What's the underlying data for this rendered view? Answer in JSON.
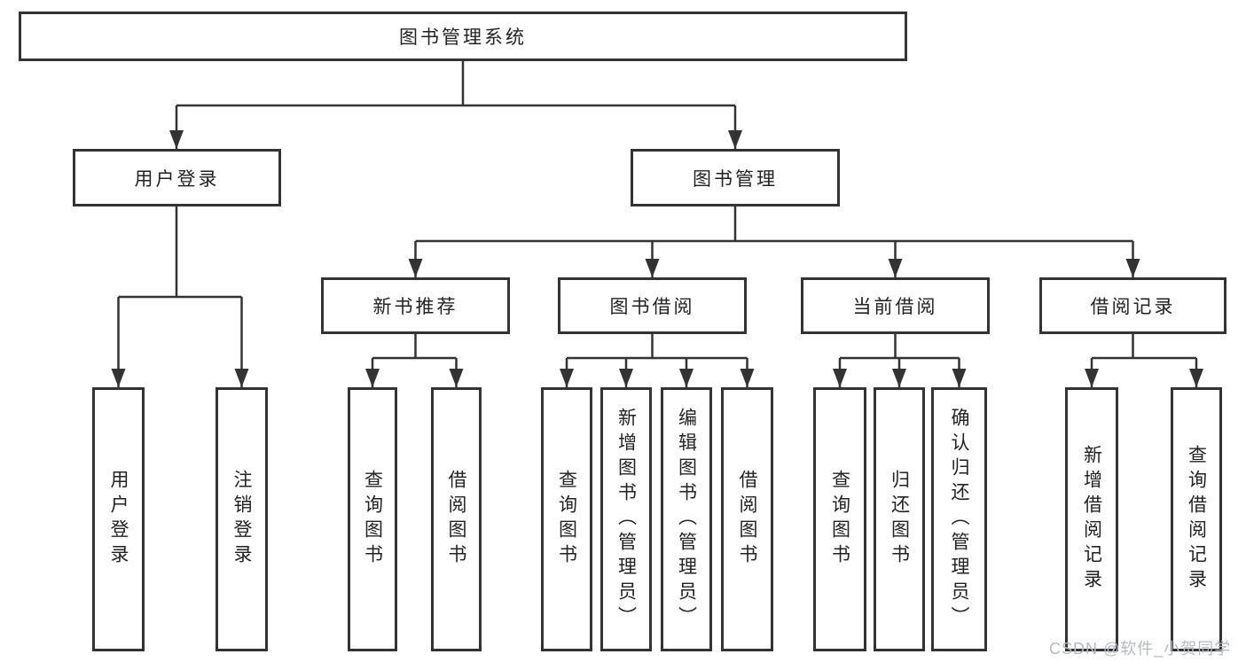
{
  "tree": {
    "label": "图书管理系统",
    "children": [
      {
        "label": "用户登录",
        "children": [
          {
            "label": "用户登录"
          },
          {
            "label": "注销登录"
          }
        ]
      },
      {
        "label": "图书管理",
        "children": [
          {
            "label": "新书推荐",
            "children": [
              {
                "label": "查询图书"
              },
              {
                "label": "借阅图书"
              }
            ]
          },
          {
            "label": "图书借阅",
            "children": [
              {
                "label": "查询图书"
              },
              {
                "label": "新增图书（管理员）"
              },
              {
                "label": "编辑图书（管理员）"
              },
              {
                "label": "借阅图书"
              }
            ]
          },
          {
            "label": "当前借阅",
            "children": [
              {
                "label": "查询图书"
              },
              {
                "label": "归还图书"
              },
              {
                "label": "确认归还（管理员）"
              }
            ]
          },
          {
            "label": "借阅记录",
            "children": [
              {
                "label": "新增借阅记录"
              },
              {
                "label": "查询借阅记录"
              }
            ]
          }
        ]
      }
    ]
  },
  "watermark": {
    "text": "CSDN @软件_小贺同学"
  },
  "colors": {
    "line": "#333333",
    "box_border": "#333333",
    "text": "#222222",
    "watermark": "#b6babe",
    "background": "#ffffff"
  }
}
